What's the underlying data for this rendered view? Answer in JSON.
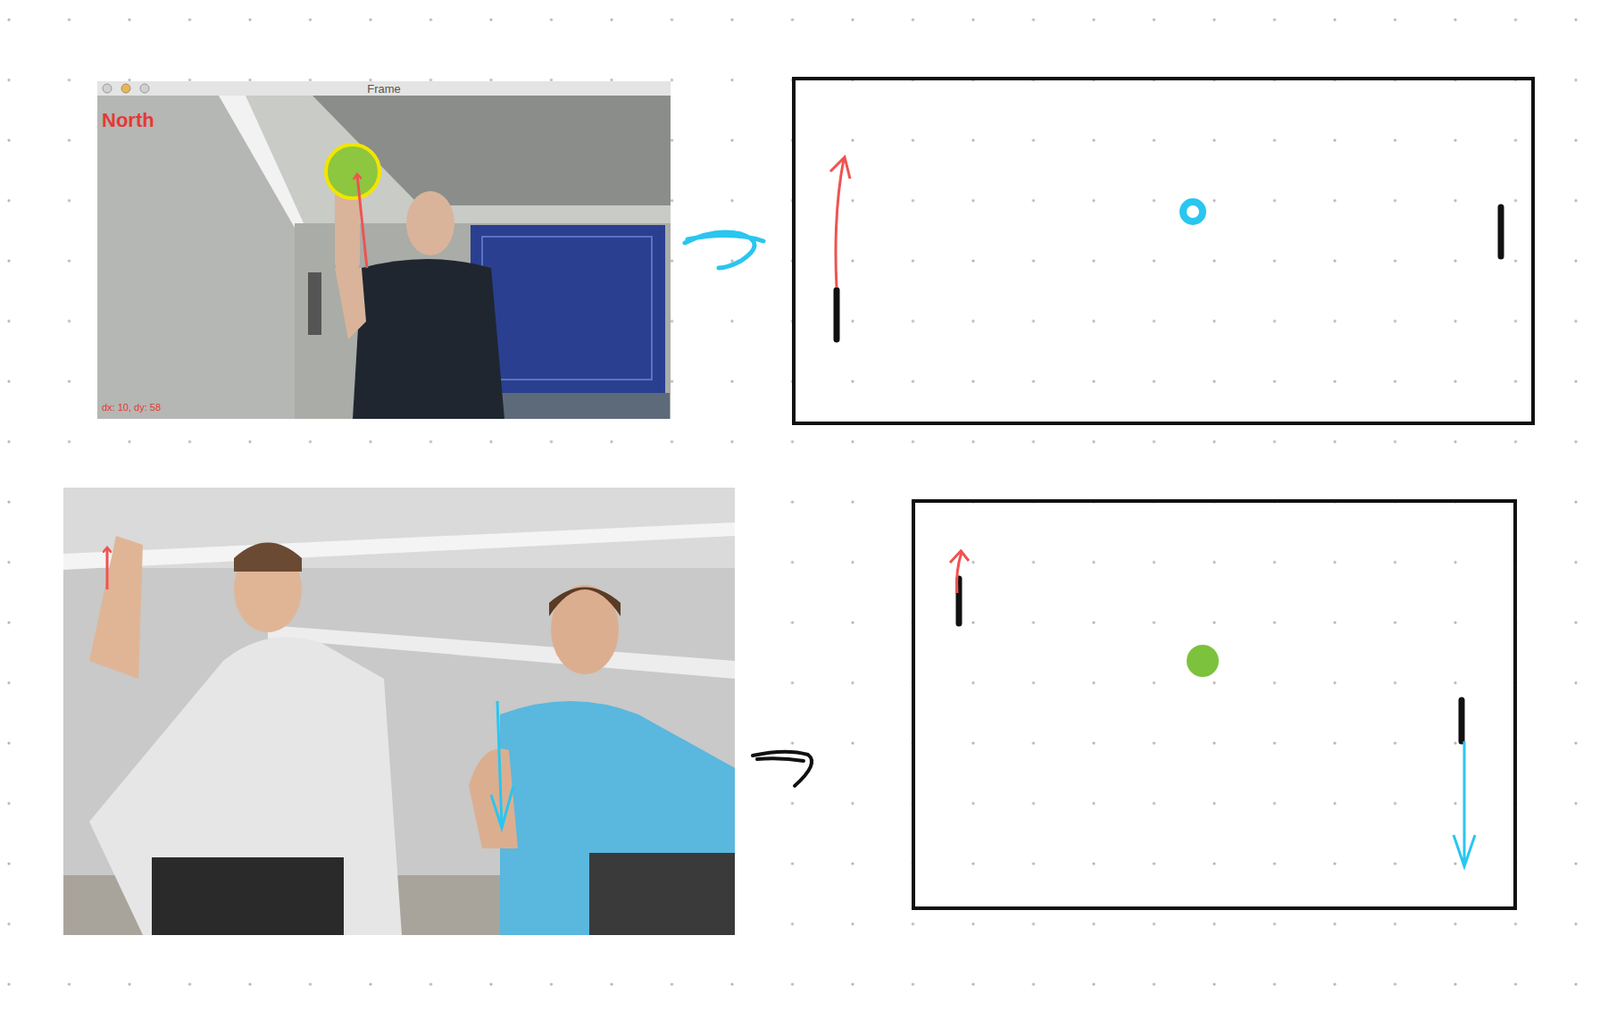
{
  "diagram": {
    "labels": [
      "Frame",
      "North",
      "dx: 10, dy: 58"
    ]
  }
}
